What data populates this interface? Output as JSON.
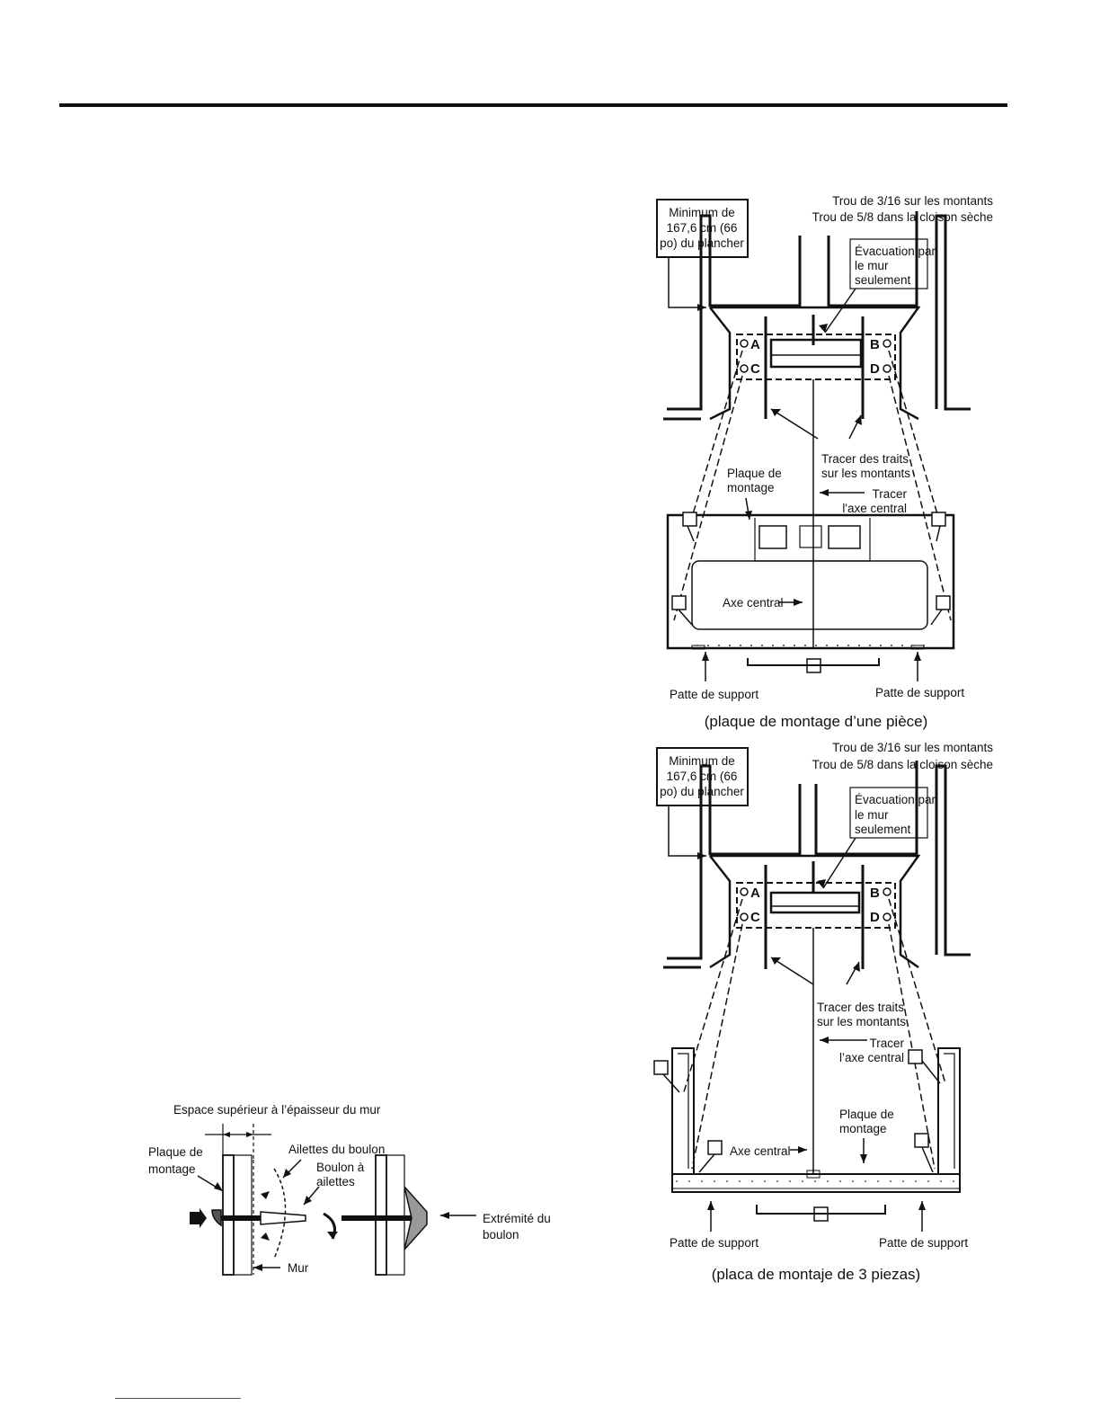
{
  "fig1": {
    "minbox": [
      "Minimum de",
      "167,6 cm (66",
      "po) du plancher"
    ],
    "holes": [
      "Trou de 3/16 sur les montants",
      "Trou de 5/8 dans la cloison sèche"
    ],
    "vent": [
      "Évacuation par",
      "le mur",
      "seulement"
    ],
    "letters": [
      "A",
      "B",
      "C",
      "D"
    ],
    "trace_lines": [
      "Tracer des traits",
      "sur les montants"
    ],
    "trace_center": [
      "Tracer",
      "l'axe central"
    ],
    "plate": [
      "Plaque de",
      "montage"
    ],
    "center_axis": "Axe central",
    "tab_left": "Patte de support",
    "tab_right": "Patte de support",
    "caption": "(plaque de montage d’une pièce)"
  },
  "fig2": {
    "minbox": [
      "Minimum de",
      "167,6 cm (66",
      "po) du plancher"
    ],
    "holes": [
      "Trou de 3/16 sur les montants",
      "Trou de 5/8 dans la cloison sèche"
    ],
    "vent": [
      "Évacuation par",
      "le mur",
      "seulement"
    ],
    "letters": [
      "A",
      "B",
      "C",
      "D"
    ],
    "trace_lines": [
      "Tracer des traits",
      "sur les montants"
    ],
    "trace_center": [
      "Tracer",
      "l’axe central"
    ],
    "plate": [
      "Plaque de",
      "montage"
    ],
    "center_axis": "Axe central",
    "tab_left": "Patte de support",
    "tab_right": "Patte de support",
    "caption": "(placa de montaje de 3 piezas)"
  },
  "toggle": {
    "gap": "Espace supérieur à l’épaisseur du mur",
    "plate": [
      "Plaque de",
      "montage"
    ],
    "wings": "Ailettes du boulon",
    "bolt": [
      "Boulon à",
      "ailettes"
    ],
    "wall": "Mur",
    "end": [
      "Extrémité du",
      "boulon"
    ]
  }
}
